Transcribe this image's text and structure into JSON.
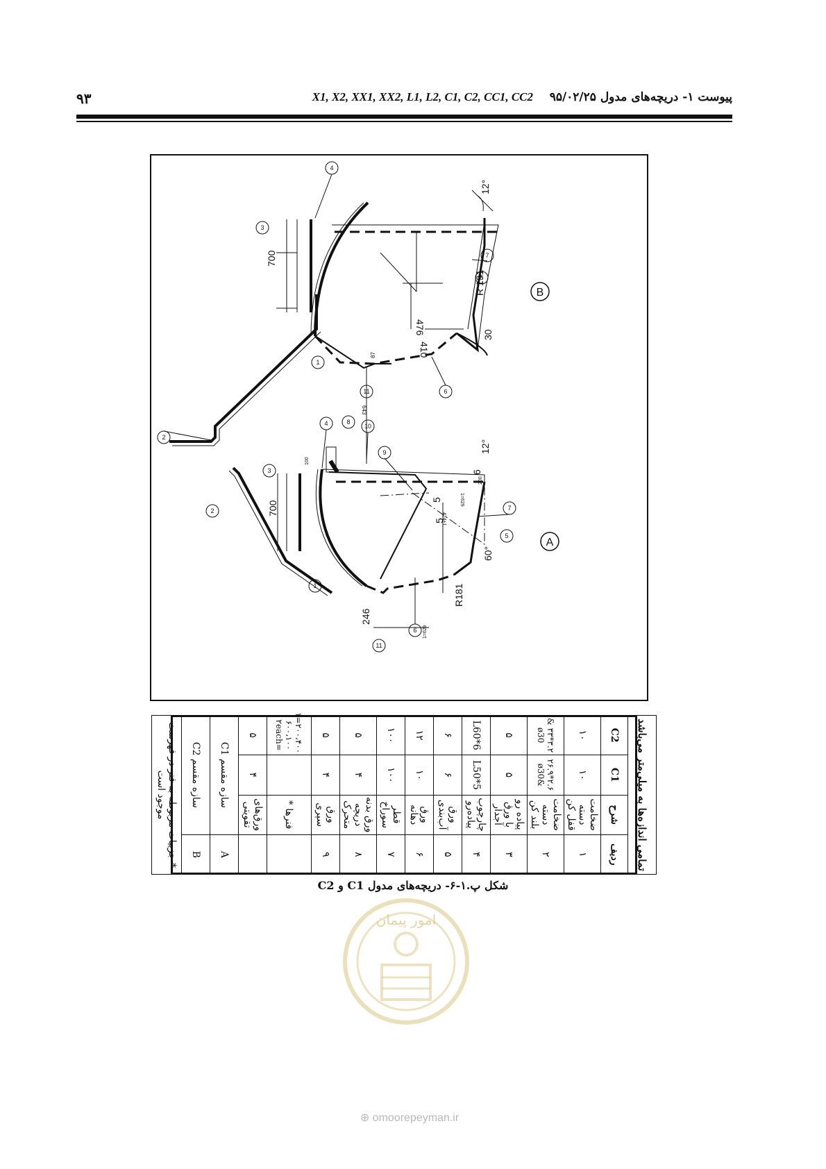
{
  "header": {
    "page_number": "۹۳",
    "title_prefix": "پیوست ۱- دریچه‌های مدول",
    "models": "X1, X2, XX1, XX2, L1, L2, C1, C2, CC1, CC2",
    "date": "۹۵/۰۲/۲۵"
  },
  "drawing": {
    "icons": [
      "section-drawing-a",
      "section-drawing-b"
    ],
    "view_labels": [
      "A",
      "B"
    ],
    "view_a": {
      "dimensions": [
        "700",
        "246",
        "R181",
        "60°",
        "12°",
        "5",
        "5",
        "1=629",
        "474±1",
        "1=629",
        "6",
        "200",
        "100"
      ],
      "callouts": [
        "1",
        "2",
        "3",
        "4",
        "5",
        "6",
        "7",
        "8",
        "9",
        "10",
        "11"
      ]
    },
    "view_b": {
      "dimensions": [
        "700",
        "476",
        "410",
        "R 191",
        "30",
        "12°",
        "643",
        "87"
      ],
      "callouts": [
        "1",
        "2",
        "3",
        "4",
        "5",
        "6",
        "7",
        "11"
      ]
    }
  },
  "table": {
    "caption": "تمامی اندازه‌ها به میلی‌متر می‌باشد",
    "headers": {
      "row": "ردیف",
      "description": "شرح",
      "c1": "C1",
      "c2": "C2"
    },
    "rows": [
      {
        "row": "۱",
        "description": "ضخامت دسته قفل کن",
        "c1": "۱۰",
        "c2": "۱۰"
      },
      {
        "row": "۲",
        "description": "ضخامت دسته بلند کن",
        "c1": "۲.۶*۲۶.۹ &ø30",
        "c2": "۳.۲*۳۳ & ø30"
      },
      {
        "row": "۳",
        "description": "پیاده رو با ورق آجدار",
        "c1": "۵",
        "c2": "۵"
      },
      {
        "row": "۴",
        "description": "چارچوب پیاده‌رو",
        "c1": "L50*5",
        "c2": "L60*6"
      },
      {
        "row": "۵",
        "description": "ورق آب‌بندی",
        "c1": "۶",
        "c2": "۶"
      },
      {
        "row": "۶",
        "description": "ورق دهانه",
        "c1": "۱۰",
        "c2": "۱۲"
      },
      {
        "row": "۷",
        "description": "قطر سوراخ",
        "c1": "۱۰۰",
        "c2": "۱۰۰"
      },
      {
        "row": "۸",
        "description": "ورق بدنه دریچه متحرک",
        "c1": "۴",
        "c2": "۵"
      },
      {
        "row": "۹",
        "description": "ورق سپری",
        "c1": "۴",
        "c2": "۵"
      },
      {
        "row": "",
        "description": "فنرها *",
        "c1": "",
        "c2": "۲۰۰،۴۰۰=۱ ۶۰۰،۱۰۰ =۲each"
      },
      {
        "row": "",
        "description": "ورق‌های تقویتی",
        "c1": "۴",
        "c2": "۵"
      },
      {
        "row": "A",
        "description": "سازه مقسم C1",
        "c1": "",
        "c2": ""
      },
      {
        "row": "B",
        "description": "سازه مقسم C2",
        "c1": "",
        "c2": ""
      }
    ],
    "footnote": "* جزییات مربوطه به فنر در فهرست موجود است"
  },
  "figure_caption": "شکل پ.۱-۶- دریچه‌های مدول C1 و C2",
  "watermark": {
    "seal_text": "امور پیمان",
    "url": "omoorepeyman.ir",
    "icon": "seal-logo"
  },
  "colors": {
    "ink": "#111111",
    "watermark": "#d8c27a"
  }
}
